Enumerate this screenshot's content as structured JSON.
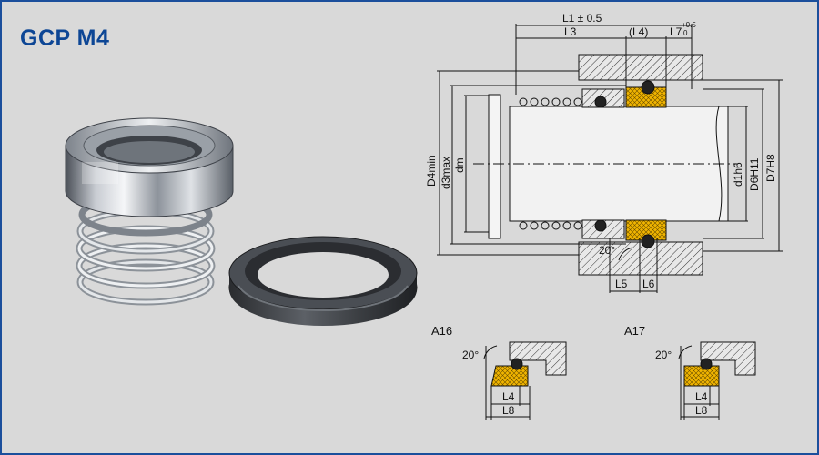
{
  "product": {
    "title": "GCP M4"
  },
  "drawing": {
    "dims_top": {
      "l1": "L1 ± 0.5",
      "l3": "L3",
      "l4": "(L4)",
      "l7": "L7",
      "l7_tol_upper": "+0.5",
      "l7_tol_lower": "0"
    },
    "dims_left": {
      "d4": "D4min",
      "d3": "d3max",
      "dm": "dm"
    },
    "dims_right": {
      "d1": "d1h6",
      "d6": "D6H11",
      "d7": "D7H8"
    },
    "dims_bottom": {
      "angle": "20°",
      "l5": "L5",
      "l6": "L6"
    }
  },
  "details": [
    {
      "title": "A16",
      "angle": "20°",
      "l4": "L4",
      "l8": "L8"
    },
    {
      "title": "A17",
      "angle": "20°",
      "l4": "L4",
      "l8": "L8"
    }
  ],
  "colors": {
    "brand_blue": "#0d4695",
    "border_blue": "#1b4f9c",
    "background": "#d9d9d9",
    "seat_yellow": "#f0b400"
  }
}
